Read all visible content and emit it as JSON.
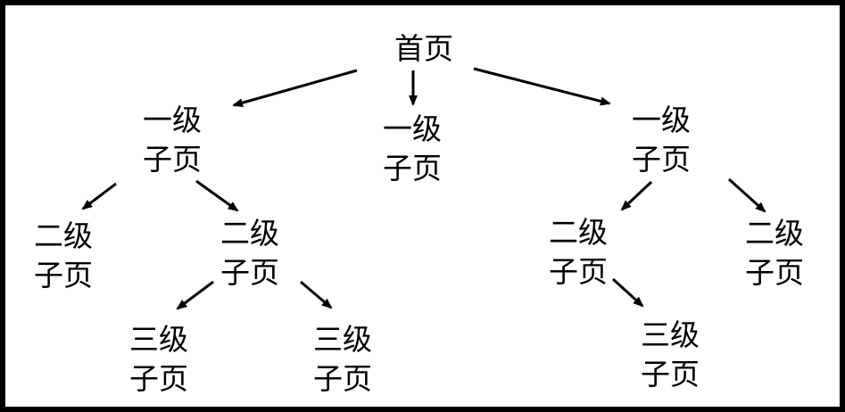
{
  "diagram": {
    "nodes": {
      "root": {
        "line1": "首页"
      },
      "l1_left": {
        "line1": "一级",
        "line2": "子页"
      },
      "l1_mid": {
        "line1": "一级",
        "line2": "子页"
      },
      "l1_right": {
        "line1": "一级",
        "line2": "子页"
      },
      "l2_ll": {
        "line1": "二级",
        "line2": "子页"
      },
      "l2_lr": {
        "line1": "二级",
        "line2": "子页"
      },
      "l2_rl": {
        "line1": "二级",
        "line2": "子页"
      },
      "l2_rr": {
        "line1": "二级",
        "line2": "子页"
      },
      "l3_a": {
        "line1": "三级",
        "line2": "子页"
      },
      "l3_b": {
        "line1": "三级",
        "line2": "子页"
      },
      "l3_c": {
        "line1": "三级",
        "line2": "子页"
      }
    },
    "edges": [
      [
        "root",
        "l1_left"
      ],
      [
        "root",
        "l1_mid"
      ],
      [
        "root",
        "l1_right"
      ],
      [
        "l1_left",
        "l2_ll"
      ],
      [
        "l1_left",
        "l2_lr"
      ],
      [
        "l2_lr",
        "l3_a"
      ],
      [
        "l2_lr",
        "l3_b"
      ],
      [
        "l1_right",
        "l2_rl"
      ],
      [
        "l1_right",
        "l2_rr"
      ],
      [
        "l2_rl",
        "l3_c"
      ]
    ]
  }
}
